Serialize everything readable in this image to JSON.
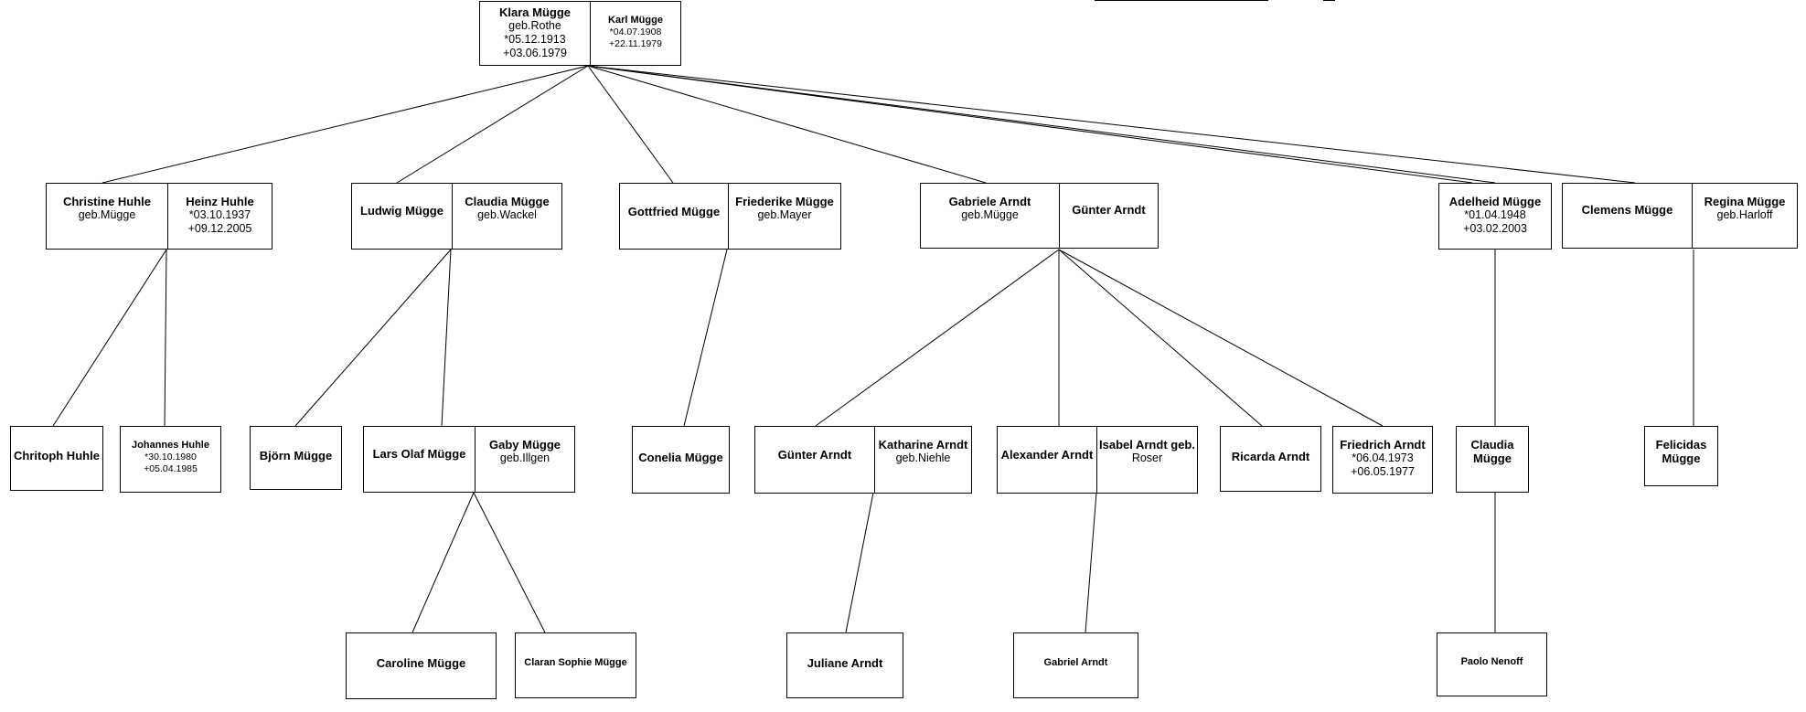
{
  "people": {
    "klara": {
      "name": "Klara Mügge",
      "lines": [
        "geb.Rothe",
        "*05.12.1913",
        "+03.06.1979"
      ]
    },
    "karl": {
      "name": "Karl Mügge",
      "lines": [
        "*04.07.1908",
        "+22.11.1979"
      ]
    },
    "christine": {
      "name": "Christine Huhle",
      "lines": [
        "geb.Mügge"
      ]
    },
    "heinz": {
      "name": "Heinz Huhle",
      "lines": [
        "*03.10.1937",
        "+09.12.2005"
      ]
    },
    "ludwig": {
      "name": "Ludwig Mügge",
      "lines": []
    },
    "claudia_w": {
      "name": "Claudia Mügge",
      "lines": [
        "geb.Wackel"
      ]
    },
    "gottfried": {
      "name": "Gottfried Mügge",
      "lines": []
    },
    "friederike": {
      "name": "Friederike Mügge",
      "lines": [
        "geb.Mayer"
      ]
    },
    "gabriele": {
      "name": "Gabriele Arndt",
      "lines": [
        "geb.Mügge"
      ]
    },
    "guenter1": {
      "name": "Günter Arndt",
      "lines": []
    },
    "adelheid": {
      "name": "Adelheid Mügge",
      "lines": [
        "*01.04.1948",
        "+03.02.2003"
      ]
    },
    "clemens": {
      "name": "Clemens Mügge",
      "lines": []
    },
    "regina": {
      "name": "Regina Mügge",
      "lines": [
        "geb.Harloff"
      ]
    },
    "chritoph": {
      "name": "Chritoph Huhle",
      "lines": []
    },
    "johannes": {
      "name": "Johannes Huhle",
      "lines": [
        "*30.10.1980",
        "+05.04.1985"
      ]
    },
    "bjoern": {
      "name": "Björn Mügge",
      "lines": []
    },
    "lars": {
      "name": "Lars Olaf Mügge",
      "lines": []
    },
    "gaby": {
      "name": "Gaby Mügge",
      "lines": [
        "geb.Illgen"
      ]
    },
    "conelia": {
      "name": "Conelia Mügge",
      "lines": []
    },
    "guenter2": {
      "name": "Günter Arndt",
      "lines": []
    },
    "katharine": {
      "name": "Katharine Arndt",
      "lines": [
        "geb.Niehle"
      ]
    },
    "alexander": {
      "name": "Alexander Arndt",
      "lines": []
    },
    "isabel": {
      "name": "Isabel Arndt geb.",
      "lines": [
        "Roser"
      ]
    },
    "ricarda": {
      "name": "Ricarda Arndt",
      "lines": []
    },
    "friedrich": {
      "name": "Friedrich Arndt",
      "lines": [
        "*06.04.1973",
        "+06.05.1977"
      ]
    },
    "claudia2": {
      "name": "Claudia Mügge",
      "lines": []
    },
    "felicidas": {
      "name": "Felicidas Mügge",
      "lines": []
    },
    "caroline": {
      "name": "Caroline Mügge",
      "lines": []
    },
    "claran": {
      "name": "Claran Sophie Mügge",
      "lines": []
    },
    "juliane": {
      "name": "Juliane Arndt",
      "lines": []
    },
    "gabriel": {
      "name": "Gabriel Arndt",
      "lines": []
    },
    "paolo": {
      "name": "Paolo Nenoff",
      "lines": []
    }
  },
  "relations": [
    {
      "parent": "klara_karl",
      "children": [
        "christine_heinz",
        "ludwig_claudia_w",
        "gottfried_friederike",
        "gabriele_guenter1",
        "adelheid",
        "clemens_regina"
      ]
    },
    {
      "parent": "christine_heinz",
      "children": [
        "chritoph",
        "johannes"
      ]
    },
    {
      "parent": "ludwig_claudia_w",
      "children": [
        "bjoern",
        "lars_gaby"
      ]
    },
    {
      "parent": "gottfried_friederike",
      "children": [
        "conelia"
      ]
    },
    {
      "parent": "gabriele_guenter1",
      "children": [
        "guenter2_katharine",
        "alexander_isabel",
        "ricarda",
        "friedrich"
      ]
    },
    {
      "parent": "adelheid",
      "children": [
        "claudia2"
      ]
    },
    {
      "parent": "clemens_regina",
      "children": [
        "felicidas"
      ]
    },
    {
      "parent": "lars_gaby",
      "children": [
        "caroline",
        "claran"
      ]
    },
    {
      "parent": "guenter2_katharine",
      "children": [
        "juliane"
      ]
    },
    {
      "parent": "alexander_isabel",
      "children": [
        "gabriel"
      ]
    },
    {
      "parent": "claudia2",
      "children": [
        "paolo"
      ]
    }
  ]
}
